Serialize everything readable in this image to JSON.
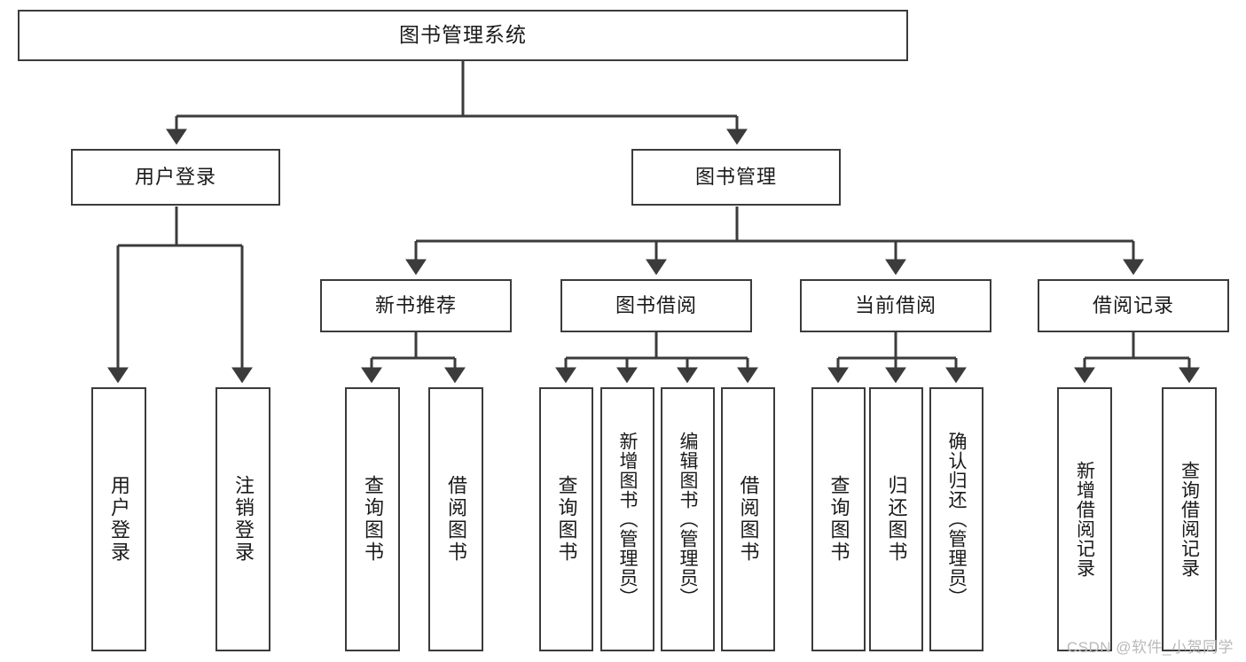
{
  "diagram": {
    "title_node": {
      "id": "root",
      "label": "图书管理系统"
    },
    "level2": [
      {
        "id": "user-login",
        "label": "用户登录"
      },
      {
        "id": "book-manage",
        "label": "图书管理"
      }
    ],
    "level3": [
      {
        "id": "new-book-recommend",
        "label": "新书推荐"
      },
      {
        "id": "book-borrow",
        "label": "图书借阅"
      },
      {
        "id": "current-borrow",
        "label": "当前借阅"
      },
      {
        "id": "borrow-record",
        "label": "借阅记录"
      }
    ],
    "leaves": [
      {
        "id": "leaf-user-login",
        "label": "用户登录",
        "parent": "user-login"
      },
      {
        "id": "leaf-logout",
        "label": "注销登录",
        "parent": "user-login"
      },
      {
        "id": "leaf-query-book-1",
        "label": "查询图书",
        "parent": "new-book-recommend"
      },
      {
        "id": "leaf-borrow-book-1",
        "label": "借阅图书",
        "parent": "new-book-recommend"
      },
      {
        "id": "leaf-query-book-2",
        "label": "查询图书",
        "parent": "book-borrow"
      },
      {
        "id": "leaf-add-book",
        "label": "新增图书（管理员）",
        "parent": "book-borrow"
      },
      {
        "id": "leaf-edit-book",
        "label": "编辑图书（管理员）",
        "parent": "book-borrow"
      },
      {
        "id": "leaf-borrow-book-2",
        "label": "借阅图书",
        "parent": "book-borrow"
      },
      {
        "id": "leaf-query-book-3",
        "label": "查询图书",
        "parent": "current-borrow"
      },
      {
        "id": "leaf-return-book",
        "label": "归还图书",
        "parent": "current-borrow"
      },
      {
        "id": "leaf-confirm-return",
        "label": "确认归还（管理员）",
        "parent": "current-borrow"
      },
      {
        "id": "leaf-add-record",
        "label": "新增借阅记录",
        "parent": "borrow-record"
      },
      {
        "id": "leaf-query-record",
        "label": "查询借阅记录",
        "parent": "borrow-record"
      }
    ]
  },
  "watermark": {
    "text": "CSDN @软件_小贺同学"
  },
  "colors": {
    "border": "#3b3b3b",
    "background": "#ffffff",
    "text": "#1a1a1a",
    "edge": "#3b3b3b",
    "watermark": "#b9b9b9"
  }
}
